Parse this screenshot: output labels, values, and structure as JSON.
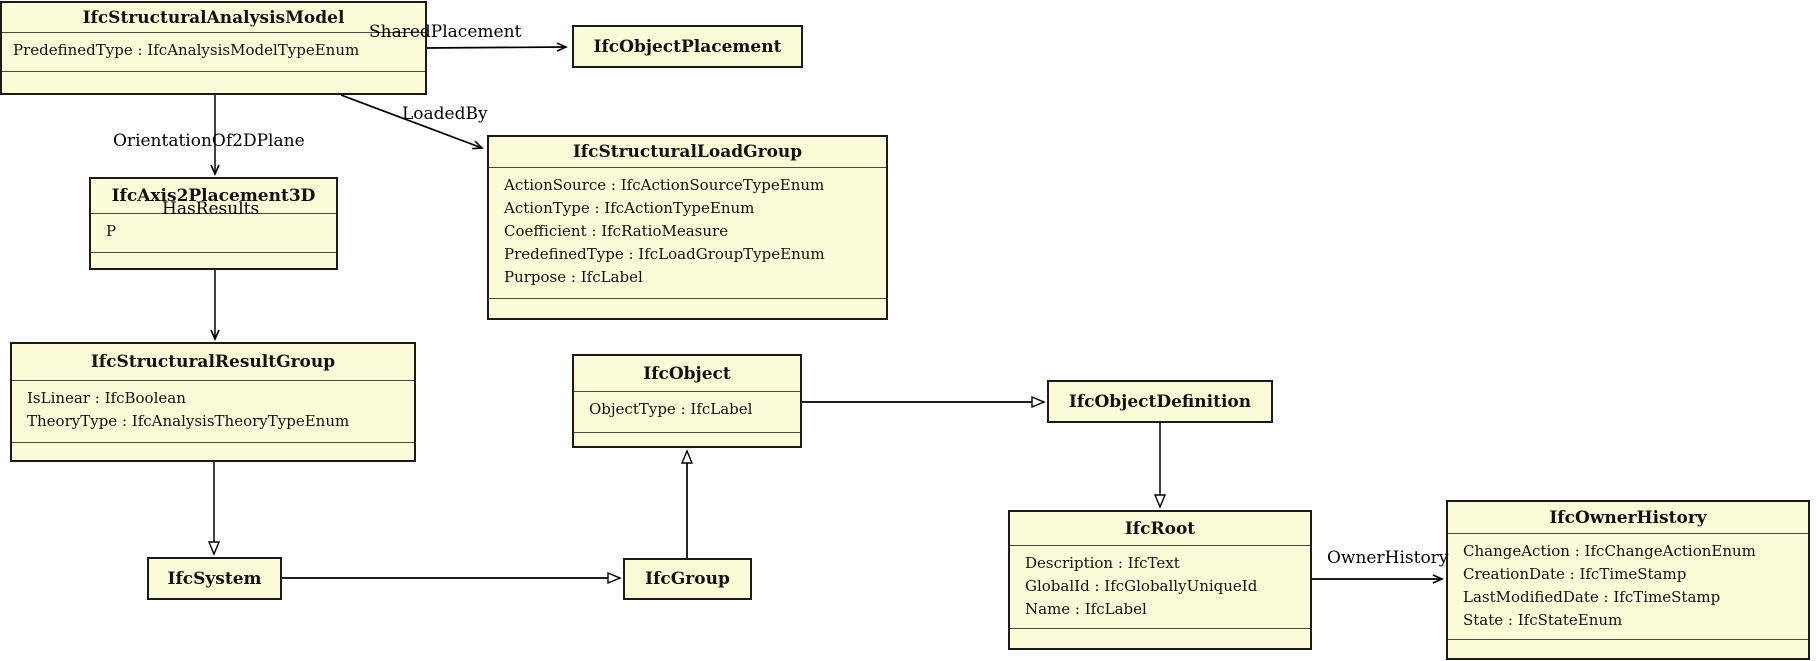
{
  "colors": {
    "background": "#FFFFFF",
    "class_fill": "#FBFBD8",
    "class_border": "#1A1A1A",
    "edge_line": "#000000"
  },
  "classes": [
    {
      "name": "IfcStructuralAnalysisModel",
      "attributes": [
        "PredefinedType : IfcAnalysisModelTypeEnum"
      ]
    },
    {
      "name": "IfcObjectPlacement",
      "attributes": []
    },
    {
      "name": "IfcAxis2Placement3D",
      "attributes": [
        "P"
      ]
    },
    {
      "name": "IfcStructuralLoadGroup",
      "attributes": [
        "ActionSource : IfcActionSourceTypeEnum",
        "ActionType : IfcActionTypeEnum",
        "Coefficient : IfcRatioMeasure",
        "PredefinedType : IfcLoadGroupTypeEnum",
        "Purpose : IfcLabel"
      ]
    },
    {
      "name": "IfcStructuralResultGroup",
      "attributes": [
        "IsLinear : IfcBoolean",
        "TheoryType : IfcAnalysisTheoryTypeEnum"
      ]
    },
    {
      "name": "IfcObject",
      "attributes": [
        "ObjectType : IfcLabel"
      ]
    },
    {
      "name": "IfcObjectDefinition",
      "attributes": []
    },
    {
      "name": "IfcSystem",
      "attributes": []
    },
    {
      "name": "IfcGroup",
      "attributes": []
    },
    {
      "name": "IfcRoot",
      "attributes": [
        "Description : IfcText",
        "GlobalId : IfcGloballyUniqueId",
        "Name : IfcLabel"
      ]
    },
    {
      "name": "IfcOwnerHistory",
      "attributes": [
        "ChangeAction : IfcChangeActionEnum",
        "CreationDate : IfcTimeStamp",
        "LastModifiedDate : IfcTimeStamp",
        "State : IfcStateEnum"
      ]
    }
  ],
  "relationships": [
    {
      "label": "SharedPlacement",
      "from": "IfcStructuralAnalysisModel",
      "to": "IfcObjectPlacement",
      "type": "association"
    },
    {
      "label": "OrientationOf2DPlane",
      "from": "IfcStructuralAnalysisModel",
      "to": "IfcAxis2Placement3D",
      "type": "association"
    },
    {
      "label": "LoadedBy",
      "from": "IfcStructuralAnalysisModel",
      "to": "IfcStructuralLoadGroup",
      "type": "association"
    },
    {
      "label": "HasResults",
      "from": "IfcStructuralAnalysisModel",
      "to": "IfcStructuralResultGroup",
      "type": "association"
    },
    {
      "label": "OwnerHistory",
      "from": "IfcRoot",
      "to": "IfcOwnerHistory",
      "type": "association"
    },
    {
      "label": "",
      "from": "IfcStructuralResultGroup",
      "to": "IfcSystem",
      "type": "generalization"
    },
    {
      "label": "",
      "from": "IfcSystem",
      "to": "IfcGroup",
      "type": "generalization"
    },
    {
      "label": "",
      "from": "IfcGroup",
      "to": "IfcObject",
      "type": "generalization"
    },
    {
      "label": "",
      "from": "IfcObject",
      "to": "IfcObjectDefinition",
      "type": "generalization"
    },
    {
      "label": "",
      "from": "IfcObjectDefinition",
      "to": "IfcRoot",
      "type": "generalization"
    }
  ]
}
